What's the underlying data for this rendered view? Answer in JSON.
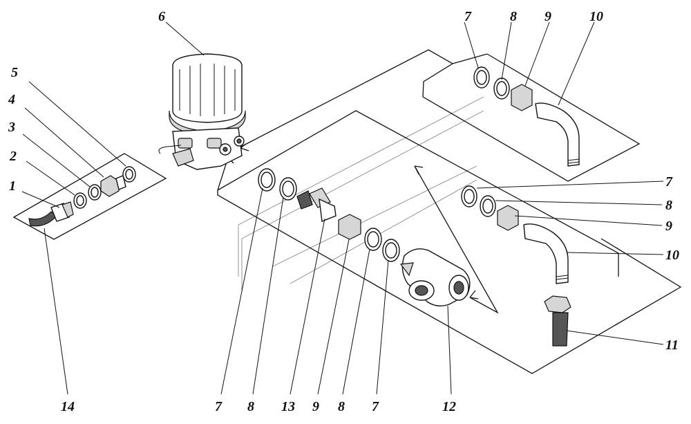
{
  "callouts": {
    "c1": "1",
    "c2": "2",
    "c3": "3",
    "c4": "4",
    "c5": "5",
    "c6": "6",
    "c7_top": "7",
    "c8_top": "8",
    "c9_top": "9",
    "c10_top": "10",
    "c7_right": "7",
    "c8_right": "8",
    "c9_right": "9",
    "c10_right": "10",
    "c11": "11",
    "c7_bottom_a": "7",
    "c8_bottom_a": "8",
    "c13": "13",
    "c9_bottom": "9",
    "c8_bottom_b": "8",
    "c7_bottom_b": "7",
    "c12": "12",
    "c14": "14"
  }
}
